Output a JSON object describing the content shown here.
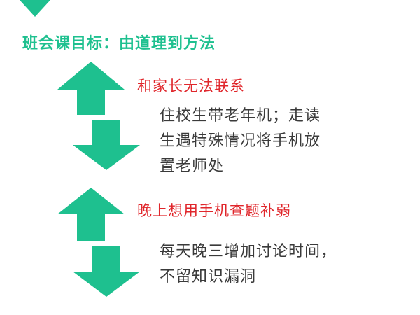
{
  "accent_color": "#1ec08f",
  "problem_color": "#e0262b",
  "text_color": "#3a3a3a",
  "title": "班会课目标：由道理到方法",
  "blocks": [
    {
      "problem": "和家长无法联系",
      "solution_lines": [
        "住校生带老年机；走读",
        "生遇特殊情况将手机放",
        "置老师处"
      ]
    },
    {
      "problem": "晚上想用手机查题补弱",
      "solution_lines": [
        "每天晚三增加讨论时间，",
        "不留知识漏洞"
      ]
    }
  ]
}
